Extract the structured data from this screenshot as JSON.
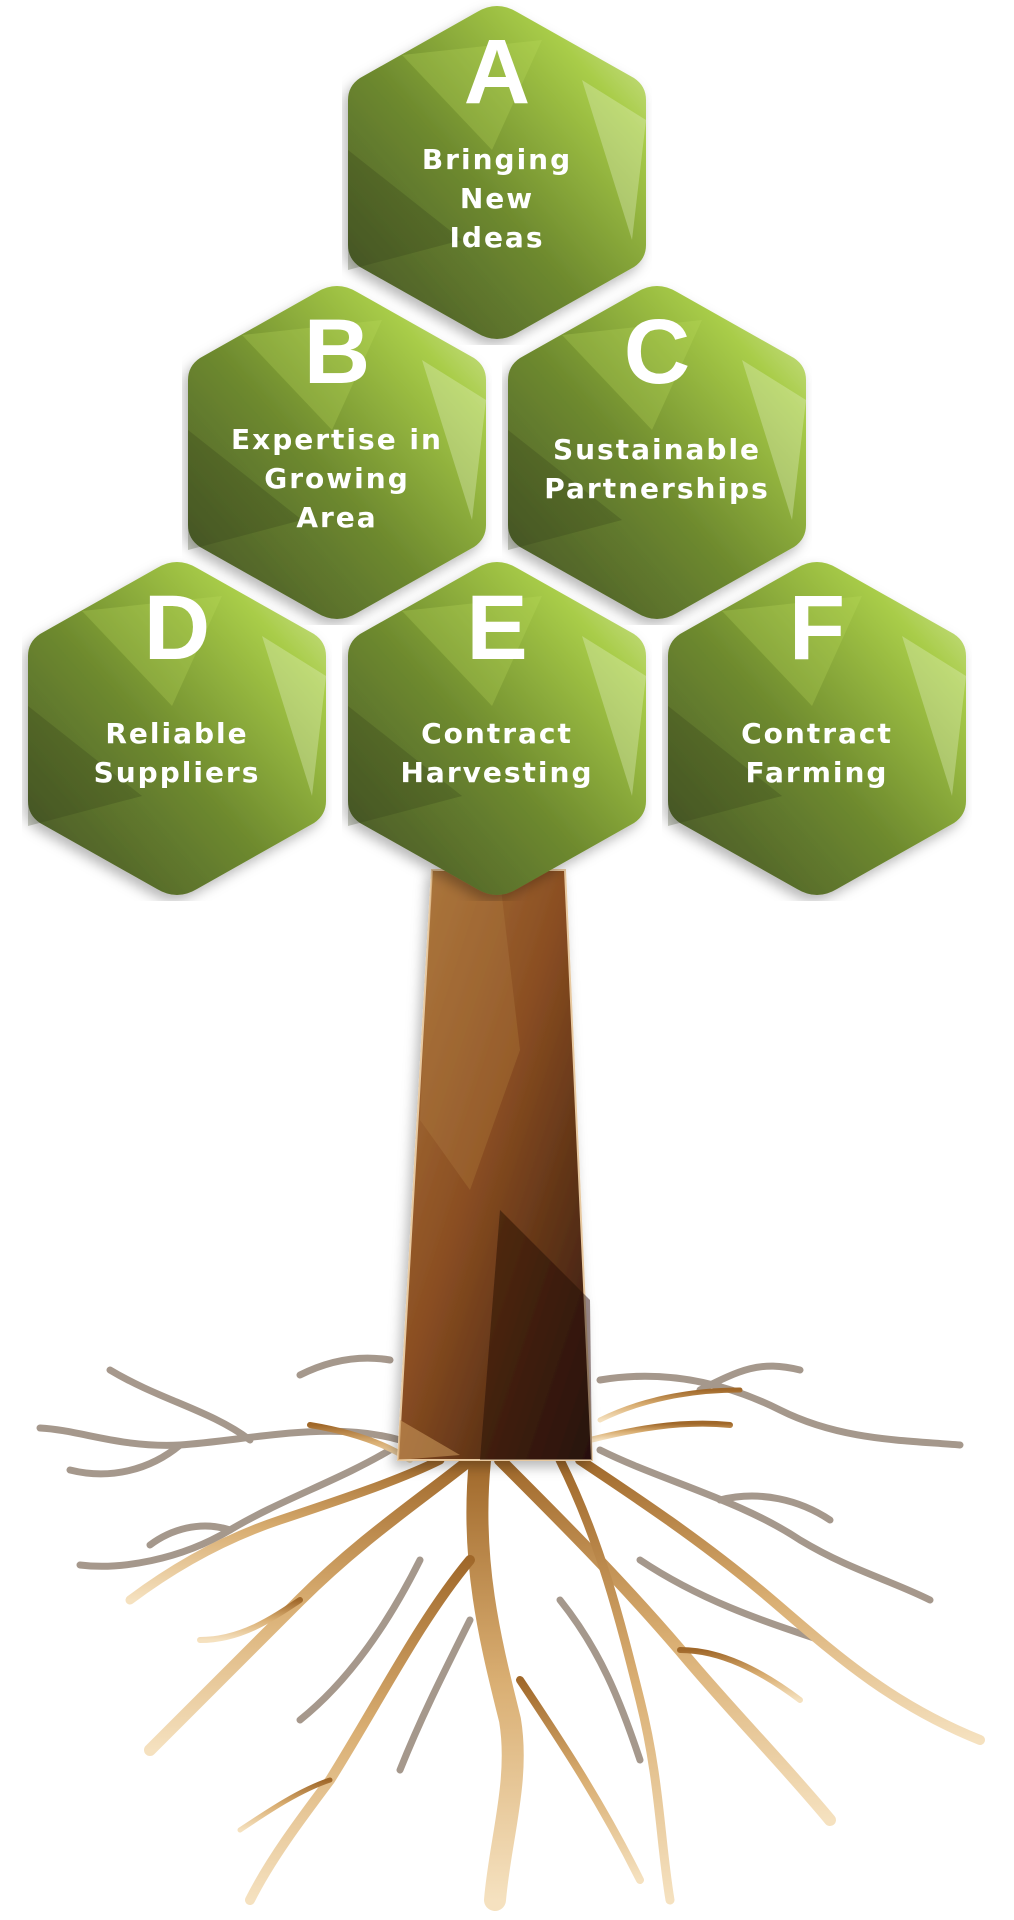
{
  "diagram": {
    "type": "tree-hexagon-infographic",
    "colors": {
      "leaf_light": "#b8d95a",
      "leaf_mid": "#88a83a",
      "leaf_dark": "#4a5a2a",
      "trunk_light": "#b07a40",
      "trunk_dark": "#2e150a",
      "root_light": "#f5e1bf",
      "root_dark": "#a0682a",
      "root_shadow": "#9c8d80",
      "text": "#ffffff"
    },
    "hexagons": [
      {
        "letter": "A",
        "label": "Bringing\nNew\nIdeas"
      },
      {
        "letter": "B",
        "label": "Expertise in\nGrowing\nArea"
      },
      {
        "letter": "C",
        "label": "Sustainable\nPartnerships"
      },
      {
        "letter": "D",
        "label": "Reliable\nSuppliers"
      },
      {
        "letter": "E",
        "label": "Contract\nHarvesting"
      },
      {
        "letter": "F",
        "label": "Contract\nFarming"
      }
    ]
  }
}
